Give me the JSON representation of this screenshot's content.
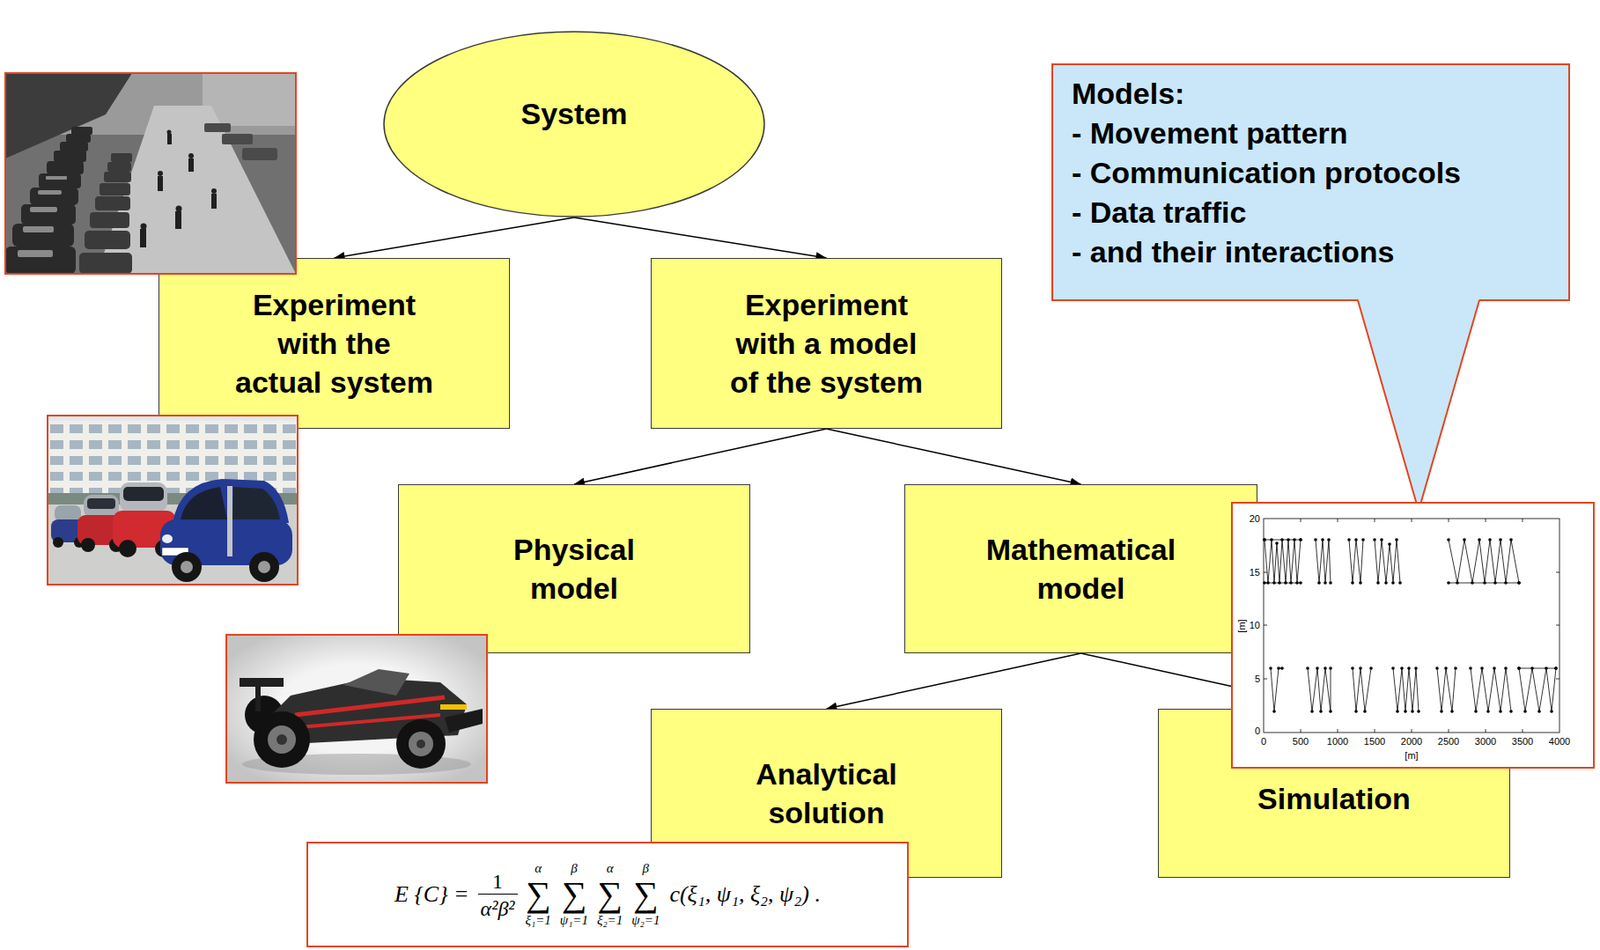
{
  "diagram": {
    "nodes": [
      {
        "text": [
          "System"
        ]
      },
      {
        "text": [
          "Models:",
          "- Movement pattern",
          "- Communication protocols",
          "- Data traffic",
          "- and their interactions"
        ]
      },
      {
        "text": [
          "Experiment with the actual system"
        ]
      },
      {
        "text": [
          "Experiment with a model of the system"
        ]
      },
      {
        "text": [
          "Physical model"
        ]
      },
      {
        "text": [
          "Mathematical model"
        ]
      },
      {
        "text": [
          "Analytical solution"
        ]
      },
      {
        "text": [
          "Simulation"
        ]
      },
      {
        "text": [
          "E {C} =",
          "1",
          "α²β²",
          "α",
          "∑",
          "ξ₁=1",
          "β",
          "∑",
          "ψ₁=1",
          "α",
          "∑",
          "ξ₂=1",
          "β",
          "∑",
          "ψ₂=1",
          "c(ξ₁, ψ₁, ξ₂, ψ₂) ."
        ]
      }
    ],
    "edges": [
      {
        "from": 0,
        "to": 2,
        "arrow": "to"
      },
      {
        "from": 0,
        "to": 3,
        "arrow": "to"
      },
      {
        "from": 3,
        "to": 4,
        "arrow": "to"
      },
      {
        "from": 3,
        "to": 5,
        "arrow": "to"
      },
      {
        "from": 5,
        "to": 6,
        "arrow": "to"
      },
      {
        "from": 5,
        "to": 7,
        "arrow": "to"
      }
    ],
    "labels": [
      "20",
      "15",
      "[m]",
      "10",
      "5",
      "0",
      "0",
      "500",
      "1000",
      "1500",
      "2000",
      "2500",
      "3000",
      "3500",
      "4000",
      "[m]"
    ]
  }
}
